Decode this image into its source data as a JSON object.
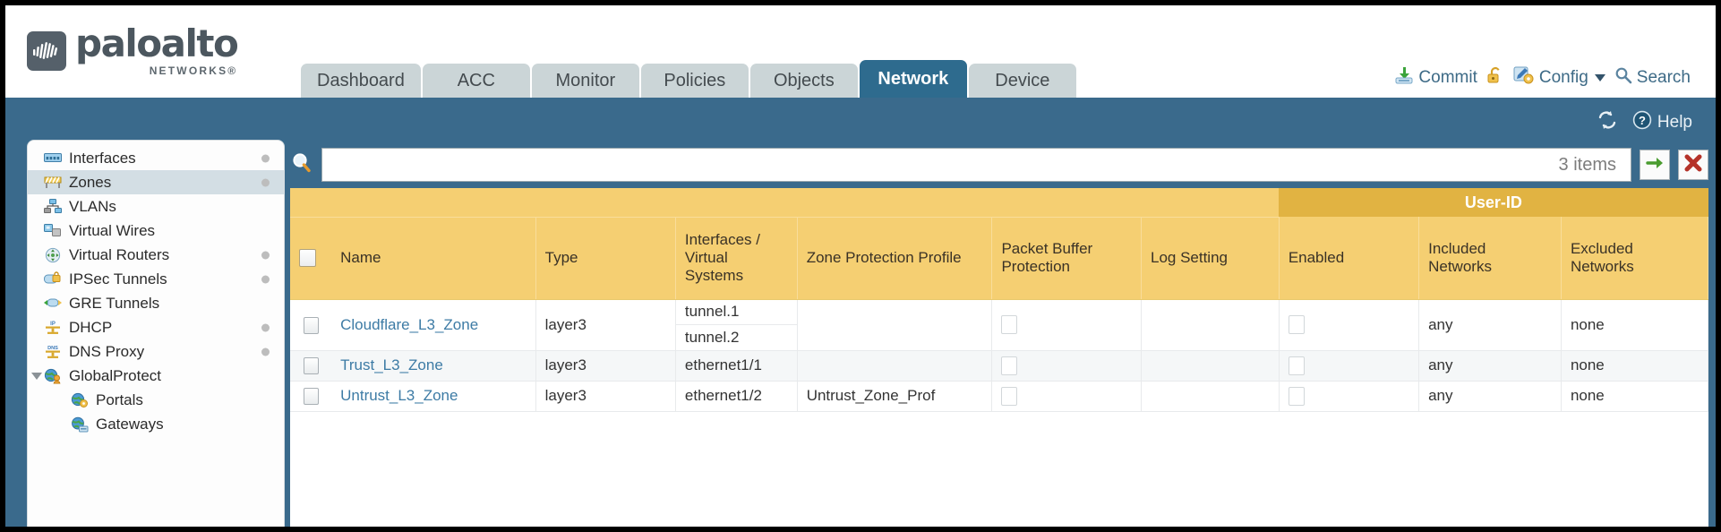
{
  "brand": {
    "name": "paloalto",
    "sub": "NETWORKS®",
    "logo_icon": "paloalto-logo-icon"
  },
  "nav": {
    "tabs": [
      {
        "label": "Dashboard",
        "active": false
      },
      {
        "label": "ACC",
        "active": false
      },
      {
        "label": "Monitor",
        "active": false
      },
      {
        "label": "Policies",
        "active": false
      },
      {
        "label": "Objects",
        "active": false
      },
      {
        "label": "Network",
        "active": true
      },
      {
        "label": "Device",
        "active": false
      }
    ]
  },
  "header_actions": {
    "commit": {
      "label": "Commit",
      "icon": "commit-save-icon"
    },
    "lock": {
      "label": "",
      "icon": "unlock-icon"
    },
    "config": {
      "label": "Config",
      "icon": "config-wrench-icon",
      "caret": "chevron-down-icon"
    },
    "search": {
      "label": "Search",
      "icon": "search-magnifier-icon"
    }
  },
  "blue_bar": {
    "refresh": {
      "icon": "refresh-icon"
    },
    "help": {
      "label": "Help",
      "icon": "help-question-icon"
    }
  },
  "sidebar": {
    "items": [
      {
        "label": "Interfaces",
        "icon": "interfaces-icon",
        "dot": true,
        "selected": false,
        "child": false,
        "caret": false
      },
      {
        "label": "Zones",
        "icon": "zones-icon",
        "dot": true,
        "selected": true,
        "child": false,
        "caret": false
      },
      {
        "label": "VLANs",
        "icon": "vlans-icon",
        "dot": false,
        "selected": false,
        "child": false,
        "caret": false
      },
      {
        "label": "Virtual Wires",
        "icon": "virtual-wires-icon",
        "dot": false,
        "selected": false,
        "child": false,
        "caret": false
      },
      {
        "label": "Virtual Routers",
        "icon": "virtual-routers-icon",
        "dot": true,
        "selected": false,
        "child": false,
        "caret": false
      },
      {
        "label": "IPSec Tunnels",
        "icon": "ipsec-tunnels-icon",
        "dot": true,
        "selected": false,
        "child": false,
        "caret": false
      },
      {
        "label": "GRE Tunnels",
        "icon": "gre-tunnels-icon",
        "dot": false,
        "selected": false,
        "child": false,
        "caret": false
      },
      {
        "label": "DHCP",
        "icon": "dhcp-icon",
        "dot": true,
        "selected": false,
        "child": false,
        "caret": false
      },
      {
        "label": "DNS Proxy",
        "icon": "dns-proxy-icon",
        "dot": true,
        "selected": false,
        "child": false,
        "caret": false
      },
      {
        "label": "GlobalProtect",
        "icon": "globalprotect-icon",
        "dot": false,
        "selected": false,
        "child": false,
        "caret": true
      },
      {
        "label": "Portals",
        "icon": "portals-icon",
        "dot": false,
        "selected": false,
        "child": true,
        "caret": false
      },
      {
        "label": "Gateways",
        "icon": "gateways-icon",
        "dot": false,
        "selected": false,
        "child": true,
        "caret": false
      }
    ]
  },
  "toolbar": {
    "search_icon": "search-filter-icon",
    "search_value": "",
    "search_placeholder": "",
    "item_count": "3 items",
    "apply_icon": "apply-arrow-icon",
    "clear_icon": "clear-x-icon"
  },
  "table": {
    "group_header": {
      "user_id": "User-ID"
    },
    "columns": [
      "Name",
      "Type",
      "Interfaces / Virtual Systems",
      "Zone Protection Profile",
      "Packet Buffer Protection",
      "Log Setting",
      "Enabled",
      "Included Networks",
      "Excluded Networks"
    ],
    "rows": [
      {
        "name": "Cloudflare_L3_Zone",
        "type": "layer3",
        "interfaces": [
          "tunnel.1",
          "tunnel.2"
        ],
        "zone_protection_profile": "",
        "packet_buffer_protection": false,
        "log_setting": "",
        "user_id_enabled": false,
        "included_networks": "any",
        "excluded_networks": "none"
      },
      {
        "name": "Trust_L3_Zone",
        "type": "layer3",
        "interfaces": [
          "ethernet1/1"
        ],
        "zone_protection_profile": "",
        "packet_buffer_protection": false,
        "log_setting": "",
        "user_id_enabled": false,
        "included_networks": "any",
        "excluded_networks": "none"
      },
      {
        "name": "Untrust_L3_Zone",
        "type": "layer3",
        "interfaces": [
          "ethernet1/2"
        ],
        "zone_protection_profile": "Untrust_Zone_Prof",
        "packet_buffer_protection": false,
        "log_setting": "",
        "user_id_enabled": false,
        "included_networks": "any",
        "excluded_networks": "none"
      }
    ]
  },
  "colors": {
    "chrome_blue": "#3a6a8c",
    "active_tab": "#2e6b8e",
    "tab_gray": "#cbd5d7",
    "header_yellow": "#f5cf72",
    "group_yellow": "#e1b342",
    "link_blue": "#3d7ba5"
  }
}
